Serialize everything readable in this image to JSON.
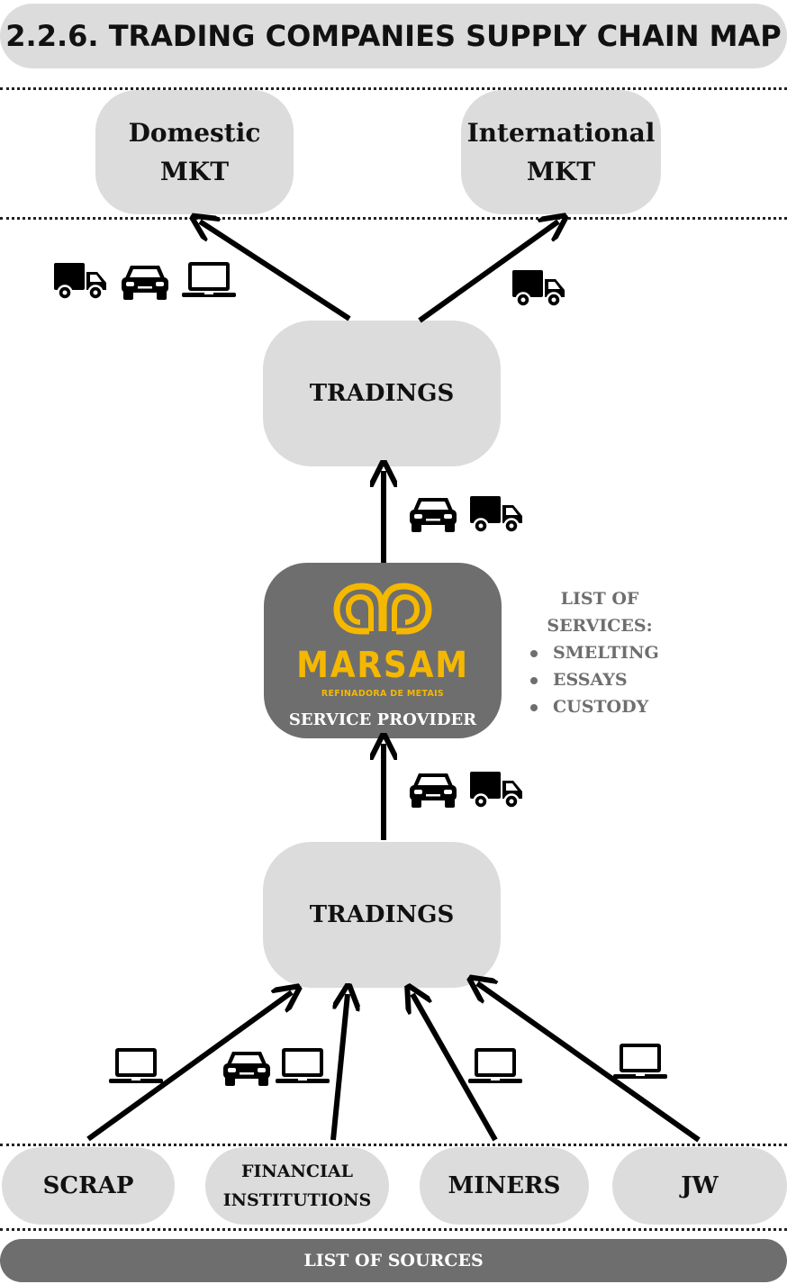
{
  "title": "2.2.6. TRADING COMPANIES SUPPLY CHAIN MAP",
  "markets": {
    "domestic": "Domestic\nMKT",
    "international": "International\nMKT"
  },
  "tradings_top": "TRADINGS",
  "tradings_bottom": "TRADINGS",
  "service_provider": {
    "logo_name": "MARSAM",
    "logo_subtitle": "REFINADORA DE METAIS",
    "label": "SERVICE PROVIDER"
  },
  "services_list": {
    "heading": "LIST OF\nSERVICES:",
    "items": [
      "SMELTING",
      "ESSAYS",
      "CUSTODY"
    ]
  },
  "sources": {
    "scrap": "SCRAP",
    "financial": "FINANCIAL\nINSTITUTIONS",
    "miners": "MINERS",
    "jw": "JW"
  },
  "footer": "LIST OF SOURCES",
  "icons": {
    "domestic_route": [
      "truck-icon",
      "car-icon",
      "laptop-icon"
    ],
    "international_route": [
      "truck-icon"
    ],
    "to_tradings_top": [
      "car-icon",
      "truck-icon"
    ],
    "to_service_provider": [
      "car-icon",
      "truck-icon"
    ],
    "scrap_route": [
      "laptop-icon"
    ],
    "financial_route": [
      "car-icon",
      "laptop-icon"
    ],
    "miners_route": [
      "laptop-icon"
    ],
    "jw_route": [
      "laptop-icon"
    ]
  },
  "colors": {
    "box_gray": "#dcdcdc",
    "dark_gray": "#6e6e6e",
    "logo_gold": "#f5b800"
  }
}
